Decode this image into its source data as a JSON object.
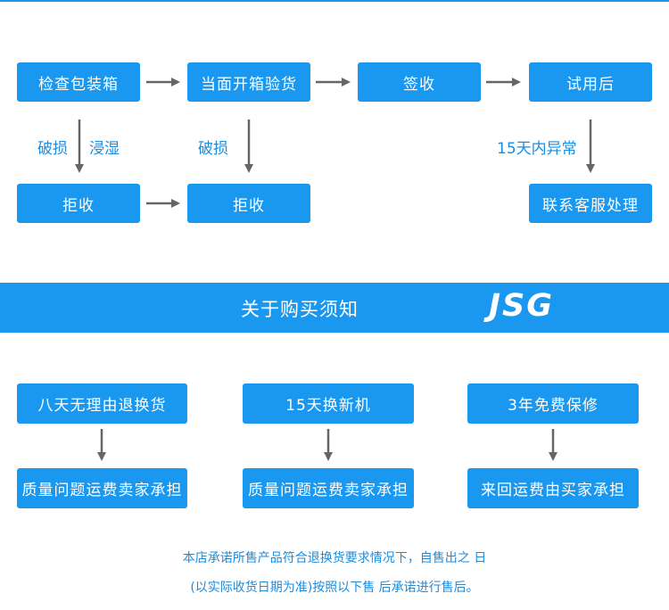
{
  "colors": {
    "accent": "#1a97ee",
    "label_text": "#1a8de0",
    "arrow": "#666666"
  },
  "flow": {
    "inspect_box": "检查包装箱",
    "unbox_box": "当面开箱验货",
    "sign_box": "签收",
    "trial_box": "试用后",
    "reject_box_1": "拒收",
    "reject_box_2": "拒收",
    "contact_box": "联系客服处理",
    "label_damage_1": "破损",
    "label_wet": "浸湿",
    "label_damage_2": "破损",
    "label_15days": "15天内异常"
  },
  "banner": {
    "title": "关于购买须知",
    "logo": "JSG"
  },
  "policies": [
    {
      "top": "八天无理由退换货",
      "bottom": "质量问题运费卖家承担"
    },
    {
      "top": "15天换新机",
      "bottom": "质量问题运费卖家承担"
    },
    {
      "top": "3年免费保修",
      "bottom": "来回运费由买家承担"
    }
  ],
  "note": {
    "line1": "本店承诺所售产品符合退换货要求情况下，自售出之 日",
    "line2": "(以实际收货日期为准)按照以下售 后承诺进行售后。"
  }
}
